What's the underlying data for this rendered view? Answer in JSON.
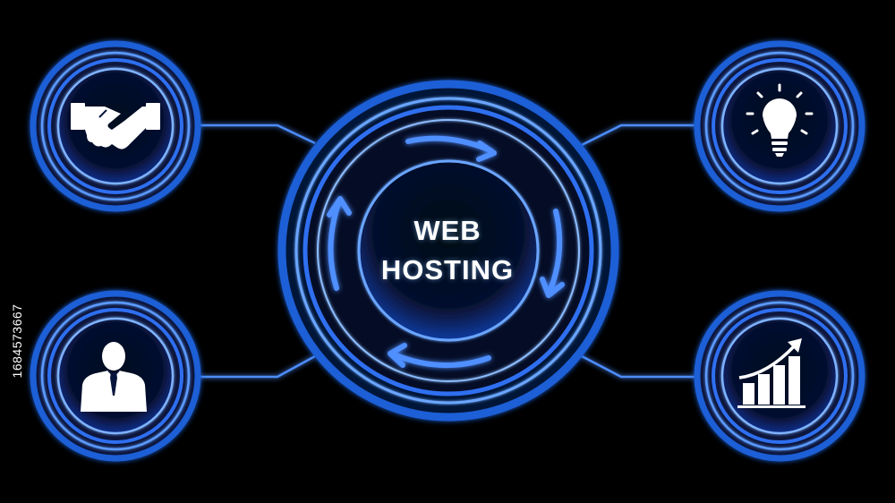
{
  "center": {
    "line1": "WEB",
    "line2": "HOSTING"
  },
  "icons": {
    "top_left": "handshake-icon",
    "bottom_left": "businessman-icon",
    "top_right": "lightbulb-icon",
    "bottom_right": "growth-chart-icon",
    "center": "cycle-arrows-icon"
  },
  "stock_id": "1684573667",
  "colors": {
    "background": "#000000",
    "ring_dark": "#0b2a72",
    "ring_glow": "#4d8dff",
    "ring_light": "#9cc6ff",
    "icon": "#ffffff",
    "text": "#ffffff"
  }
}
